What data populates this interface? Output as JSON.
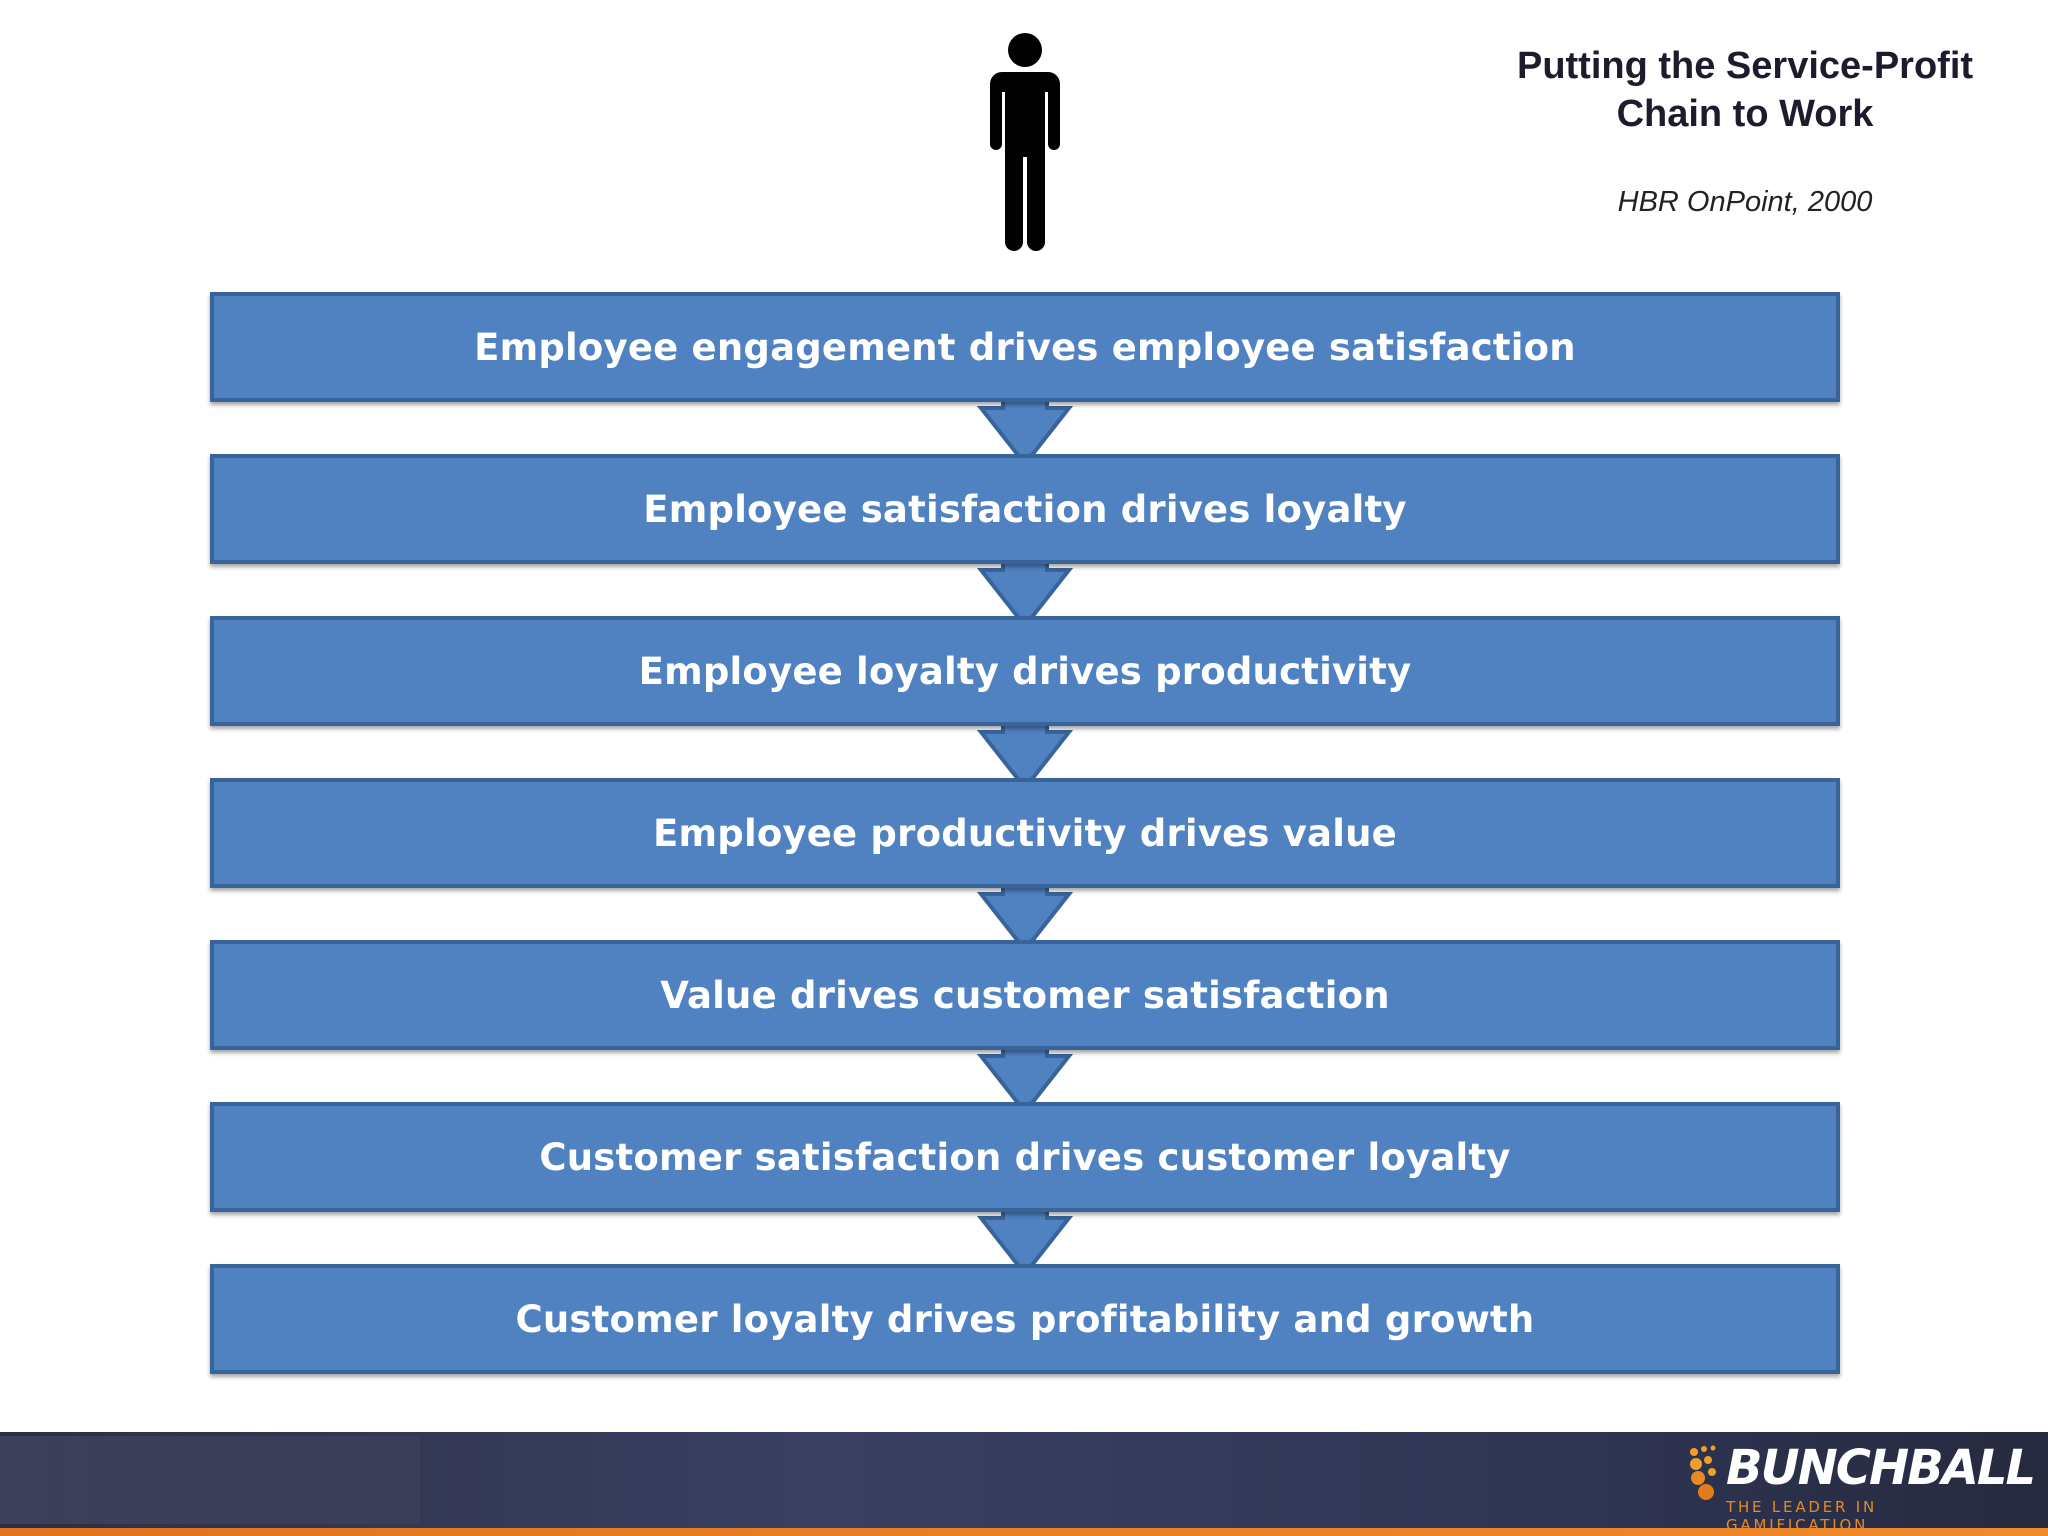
{
  "header": {
    "title_line1": "Putting the Service-Profit",
    "title_line2": "Chain to Work",
    "citation": "HBR OnPoint, 2000"
  },
  "chain": {
    "steps": [
      "Employee engagement drives employee satisfaction",
      "Employee satisfaction drives loyalty",
      "Employee loyalty drives productivity",
      "Employee productivity drives value",
      "Value drives customer satisfaction",
      "Customer satisfaction drives customer loyalty",
      "Customer loyalty drives profitability and growth"
    ]
  },
  "footer": {
    "logo_name": "BUNCHBALL",
    "logo_tagline": "THE LEADER IN GAMIFICATION"
  },
  "colors": {
    "box_fill": "#5081c0",
    "box_border": "#38649a",
    "footer_bg": "#2e3351",
    "accent_orange": "#e3731c"
  },
  "icons": {
    "person": "person-icon",
    "arrow": "down-arrow-icon"
  }
}
